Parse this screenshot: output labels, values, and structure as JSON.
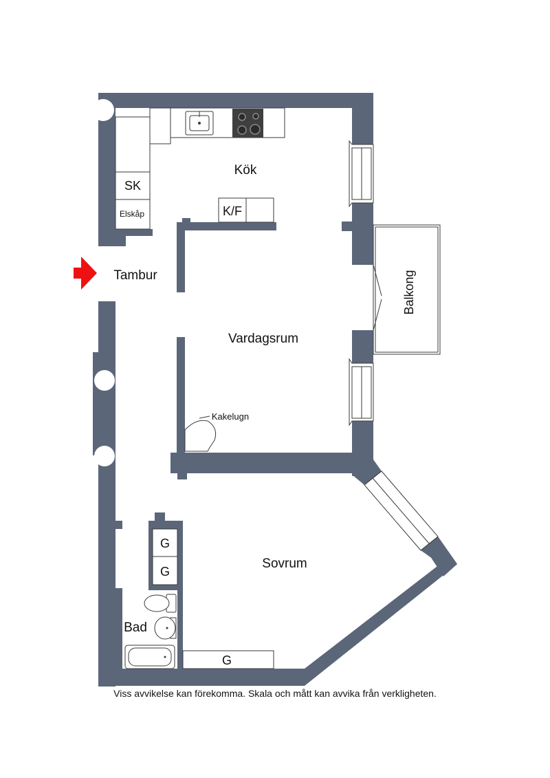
{
  "rooms": {
    "kok": "Kök",
    "tambur": "Tambur",
    "vardagsrum": "Vardagsrum",
    "sovrum": "Sovrum",
    "bad": "Bad",
    "balkong": "Balkong"
  },
  "fixtures": {
    "sk": "SK",
    "elskap": "Elskåp",
    "kf": "K/F",
    "kakelugn": "Kakelugn",
    "wardrobe_1": "G",
    "wardrobe_2": "G",
    "wardrobe_3": "G"
  },
  "disclaimer": "Viss avvikelse kan förekomma. Skala och mått kan avvika från verkligheten.",
  "colors": {
    "wall": "#5b6679",
    "entrance_arrow": "#ee1111"
  },
  "icons": [
    "entrance-arrow-icon",
    "sink-icon",
    "stove-icon",
    "toilet-icon",
    "washbasin-icon",
    "bathtub-icon"
  ]
}
